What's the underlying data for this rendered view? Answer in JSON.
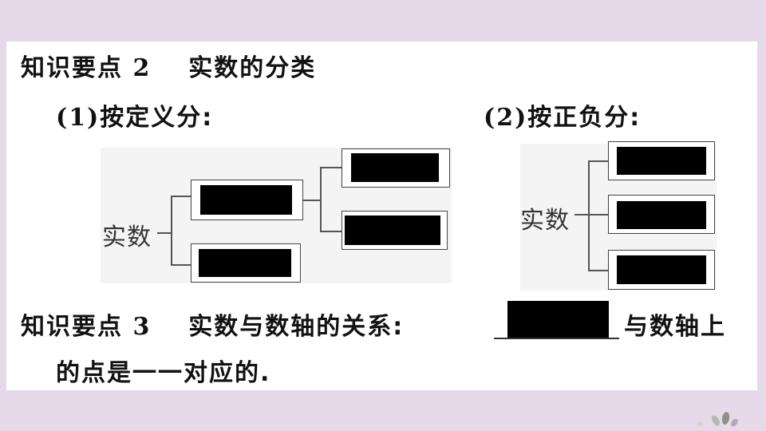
{
  "point2": {
    "label": "知识要点",
    "number": "2",
    "title": "实数的分类"
  },
  "part1": {
    "index": "(1)",
    "label": "按定义分:"
  },
  "part2": {
    "index": "(2)",
    "label": "按正负分:"
  },
  "diagram1": {
    "root": "实数"
  },
  "diagram2": {
    "root": "实数"
  },
  "point3": {
    "label": "知识要点",
    "number": "3",
    "title": "实数与数轴的关系:",
    "after_blank": "与数轴上",
    "line2": "的点是一一对应的."
  }
}
